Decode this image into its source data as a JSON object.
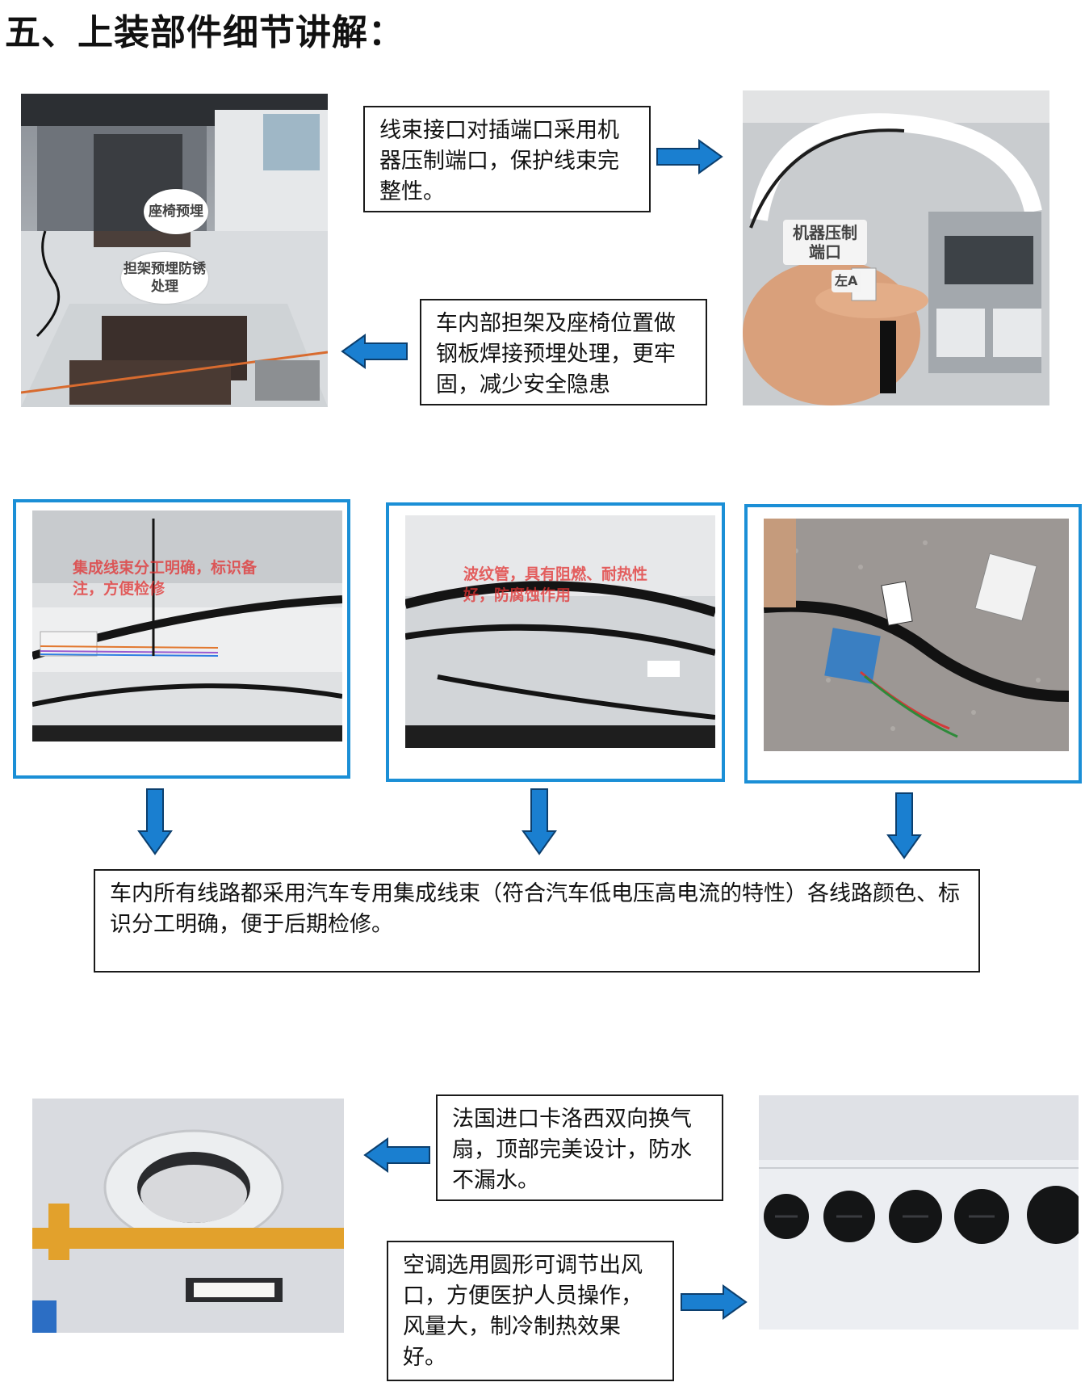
{
  "title": "五、上装部件细节讲解：",
  "section1": {
    "note_wiring": "线束接口对插端口采用机器压制端口，保护线束完整性。",
    "note_floor": "车内部担架及座椅位置做钢板焊接预埋处理，更牢固，减少安全隐患",
    "photo_floor_labels": {
      "seat": "座椅预埋",
      "stretcher": "担架预埋防锈处理"
    },
    "photo_terminal_labels": {
      "terminal": "机器压制端口",
      "tag": "左A"
    }
  },
  "section2": {
    "photo1_caption": "集成线束分工明确，标识备注，方便检修",
    "photo2_caption": "波纹管，具有阻燃、耐热性好，防腐蚀作用",
    "summary": "车内所有线路都采用汽车专用集成线束（符合汽车低电压高电流的特性）各线路颜色、标识分工明确，便于后期检修。"
  },
  "section3": {
    "note_fan": "法国进口卡洛西双向换气扇，顶部完美设计，防水不漏水。",
    "note_ac": "空调选用圆形可调节出风口，方便医护人员操作，风量大，制冷制热效果好。"
  },
  "colors": {
    "frame_blue": "#1b8fd6",
    "arrow_blue": "#1a7fd0",
    "arrow_outline": "#0c3f6e"
  }
}
